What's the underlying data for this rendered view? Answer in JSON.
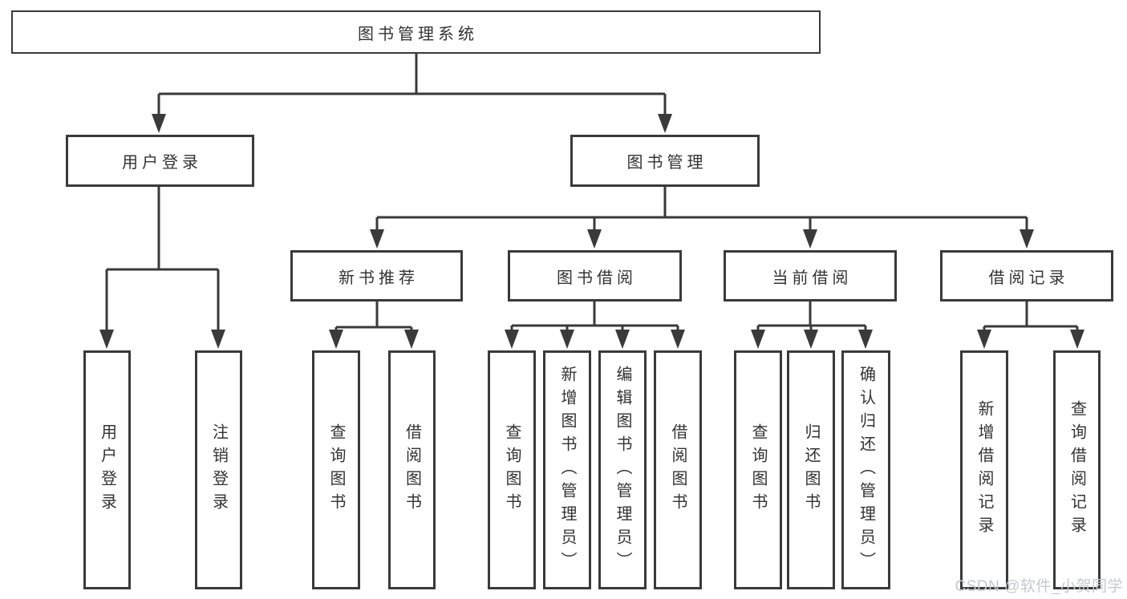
{
  "colors": {
    "line": "#3a3a3a",
    "border": "#3a3a3a",
    "text": "#333333",
    "background": "#ffffff",
    "watermark_text": "#c5c9cf"
  },
  "watermark": "CSDN @软件_小贺同学",
  "tree": {
    "root": {
      "label": "图书管理系统"
    },
    "branches": [
      {
        "label": "用户登录",
        "leaves": [
          "用户登录",
          "注销登录"
        ]
      },
      {
        "label": "图书管理",
        "sections": [
          {
            "label": "新书推荐",
            "leaves": [
              "查询图书",
              "借阅图书"
            ]
          },
          {
            "label": "图书借阅",
            "leaves": [
              "查询图书",
              "新增图书（管理员）",
              "编辑图书（管理员）",
              "借阅图书"
            ]
          },
          {
            "label": "当前借阅",
            "leaves": [
              "查询图书",
              "归还图书",
              "确认归还（管理员）"
            ]
          },
          {
            "label": "借阅记录",
            "leaves": [
              "新增借阅记录",
              "查询借阅记录"
            ]
          }
        ]
      }
    ]
  }
}
